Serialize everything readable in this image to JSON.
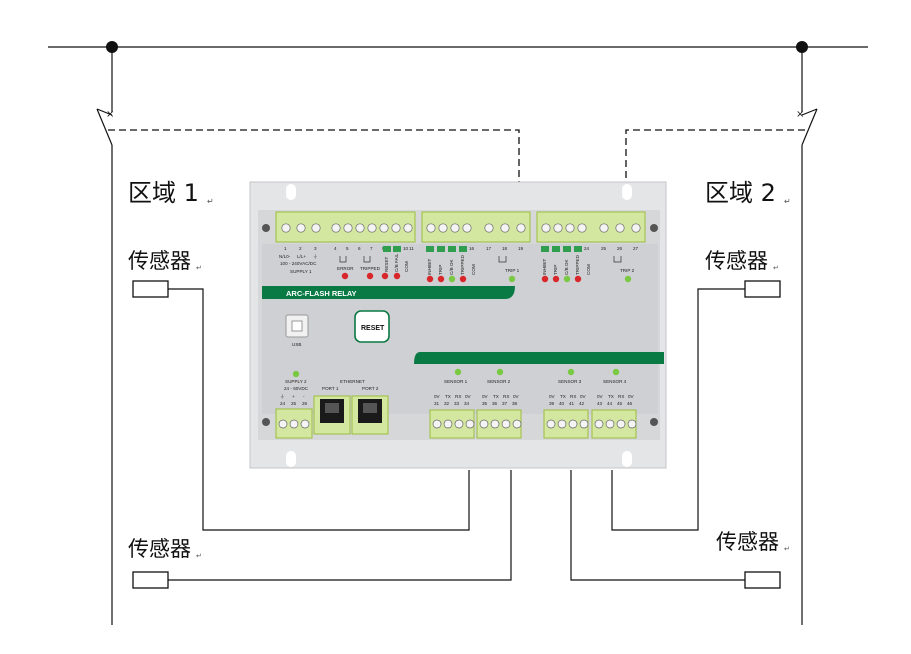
{
  "zones": {
    "zone1": "区域 1",
    "zone2": "区域 2",
    "mark": "↵"
  },
  "sensors": {
    "s1": "传感器",
    "s2": "传感器",
    "s3": "传感器",
    "s4": "传感器",
    "mark": "↵"
  },
  "relay": {
    "brand": "ARC-FLASH RELAY",
    "reset": "RESET",
    "usb": "USB",
    "supply1": "SUPPLY 1",
    "supply1_spec": "100 - 240VAC/DC",
    "supply1_terms": [
      "N/L0-",
      "L/L+",
      "⏚"
    ],
    "supply2": "SUPPLY 2",
    "supply2_spec": "24 - 60VDC",
    "supply2_terms": [
      "⏚",
      "+",
      "-"
    ],
    "supply2_nums": [
      "24",
      "25",
      "26"
    ],
    "ethernet": "ETHERNET",
    "port1": "PORT 1",
    "port2": "PORT 2",
    "error": "ERROR",
    "tripped": "TRIPPED",
    "trip1": "TRIP 1",
    "trip2": "TRIP 2",
    "top_nums_a": [
      "1",
      "2",
      "3",
      "4",
      "5",
      "6",
      "7",
      "8",
      "9",
      "10",
      "11"
    ],
    "top_nums_b": [
      "16",
      "17",
      "18",
      "19"
    ],
    "top_nums_c": [
      "24",
      "25",
      "26",
      "27"
    ],
    "status_a": [
      "RESET",
      "C/B FAIL",
      "COM"
    ],
    "status_b": [
      "INHIBIT",
      "TRIP",
      "C/B OK",
      "TRIPPED",
      "COM"
    ],
    "status_c": [
      "INHIBIT",
      "TRIP",
      "C/B OK",
      "TRIPPED",
      "COM"
    ],
    "sensor_labels": [
      "SENSOR 1",
      "SENSOR 2",
      "SENSOR 3",
      "SENSOR 4"
    ],
    "sensor_pins": [
      "0V",
      "TX",
      "RX",
      "0V"
    ],
    "sensor_nums": [
      [
        "31",
        "32",
        "33",
        "34"
      ],
      [
        "35",
        "36",
        "37",
        "38"
      ],
      [
        "39",
        "40",
        "41",
        "42"
      ],
      [
        "43",
        "44",
        "45",
        "46"
      ]
    ]
  },
  "colors": {
    "green": "#0a7a45",
    "led_red": "#d8262a",
    "led_green": "#7ac943",
    "panel": "#d9dadc",
    "terminal": "#d2e89a"
  }
}
